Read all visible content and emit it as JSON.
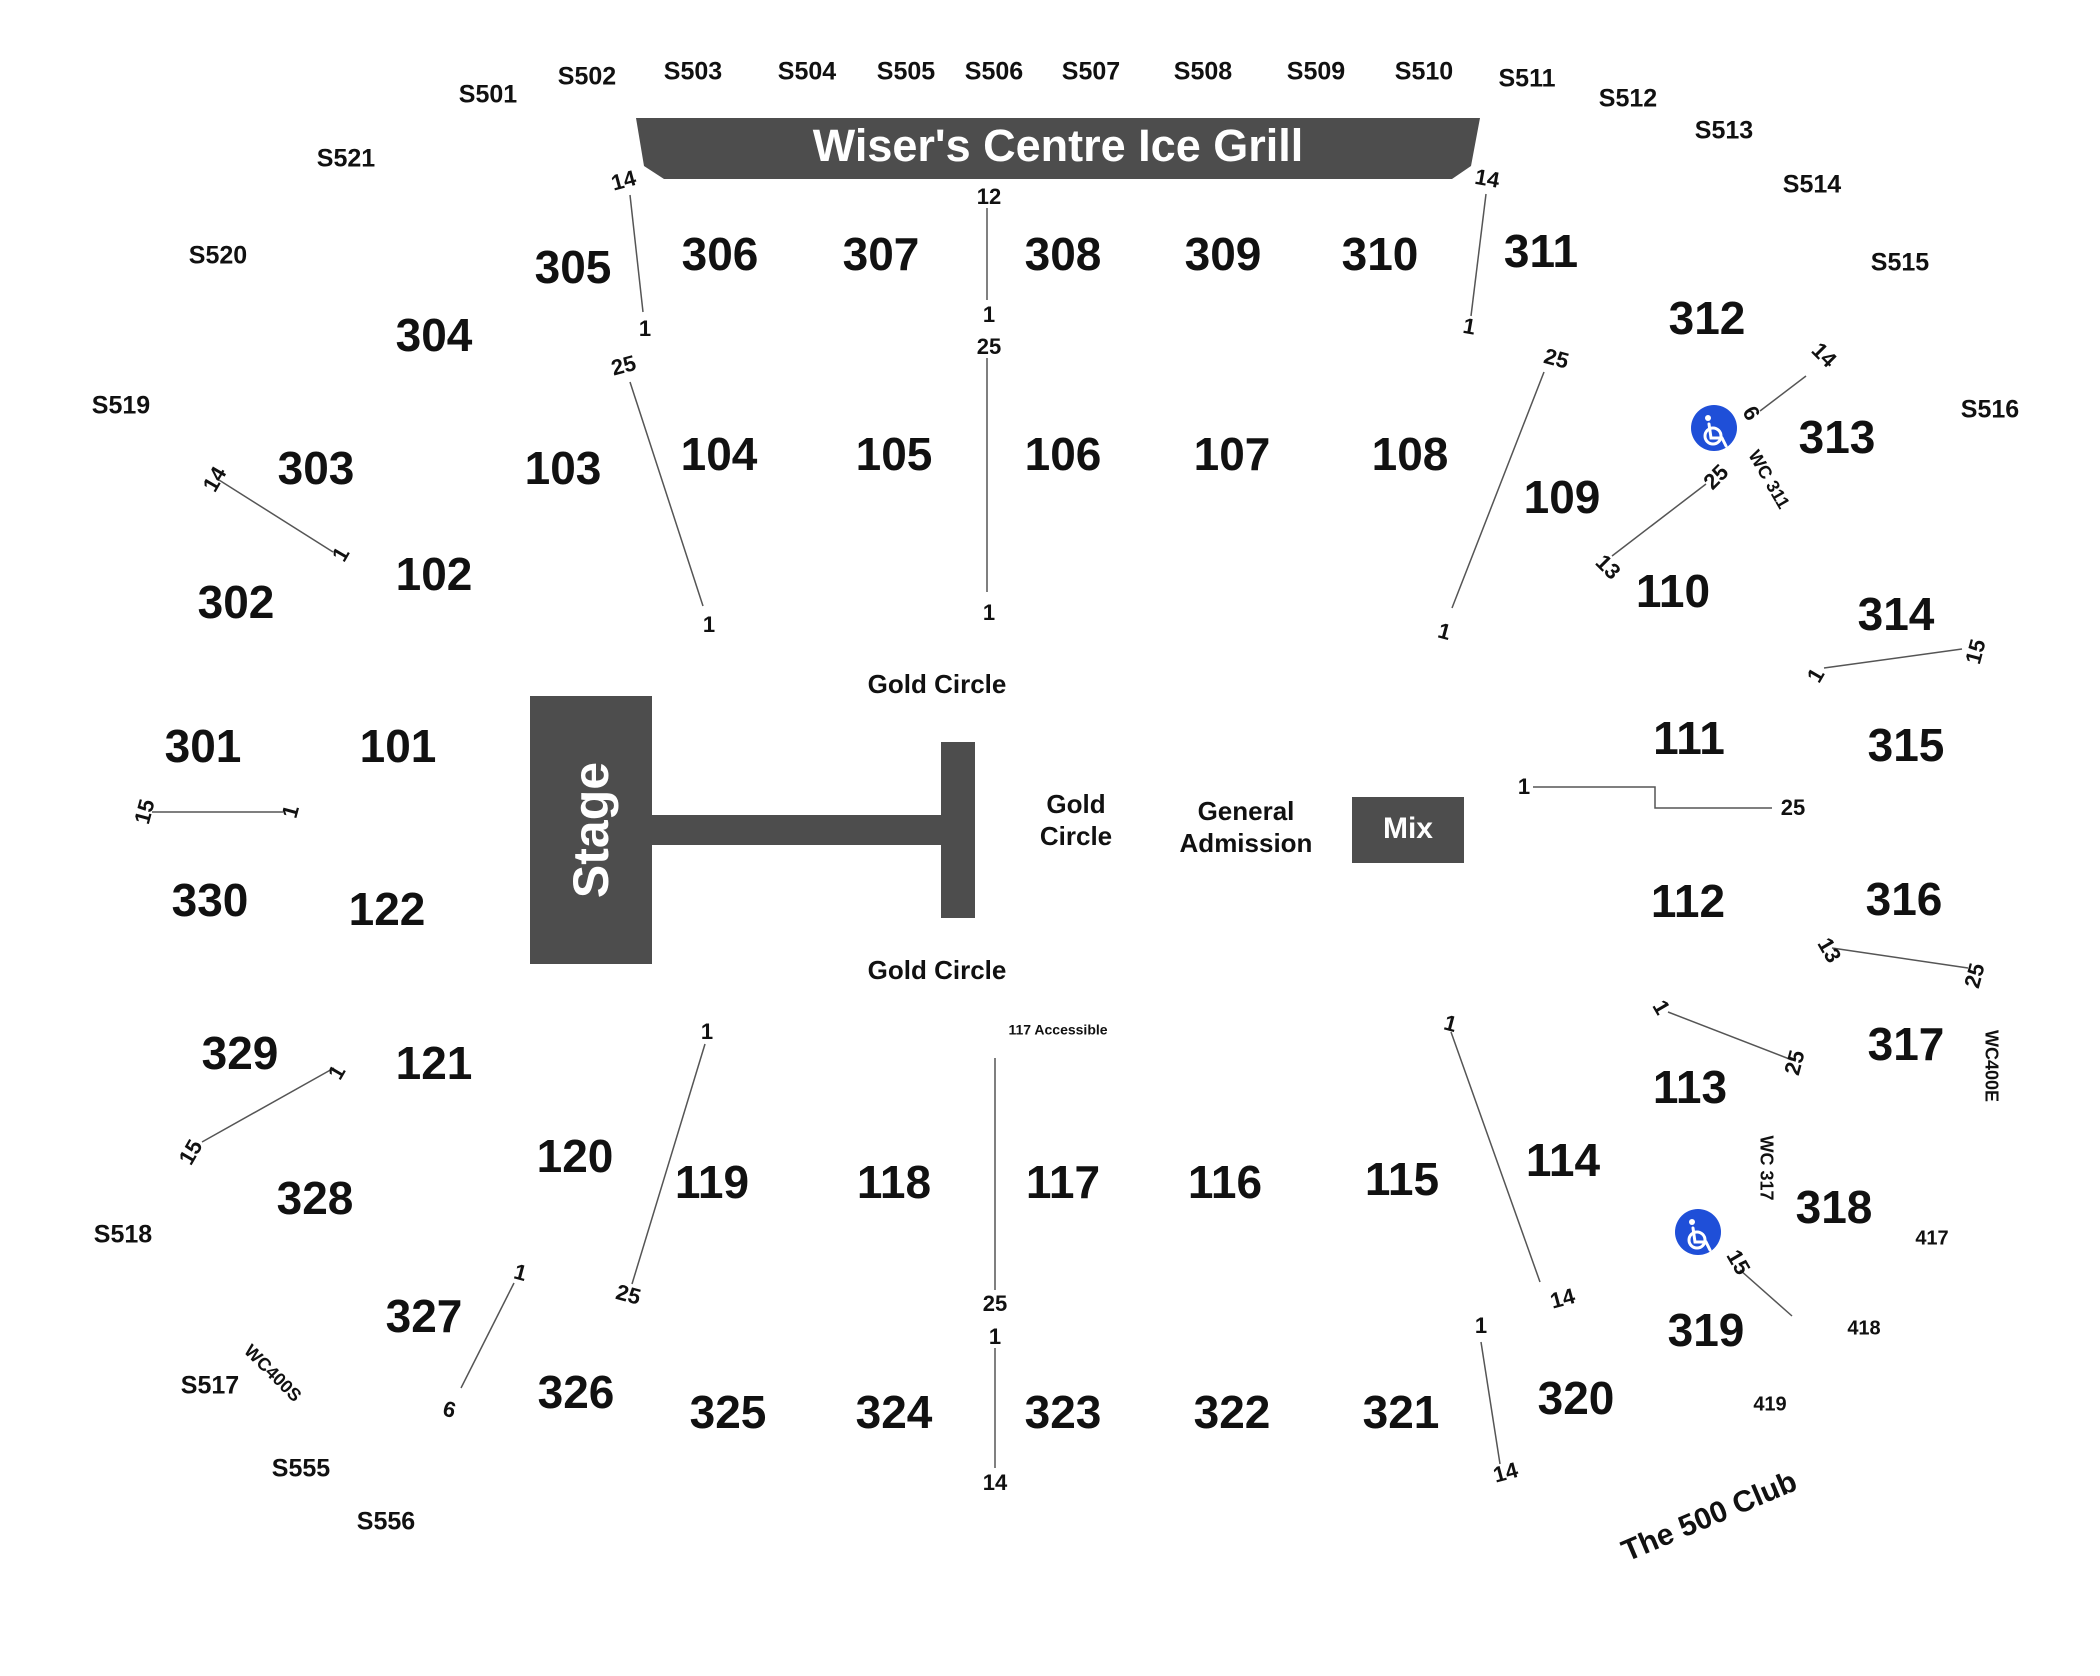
{
  "colors": {
    "background": "#ffffff",
    "text": "#111111",
    "stage_fill": "#4d4d4d",
    "shape_text": "#ffffff",
    "row_line": "#555555",
    "accessible_icon": "#1f4fd8"
  },
  "icons": {
    "accessible": "wheelchair-icon"
  },
  "grill_label": "Wiser's Centre Ice Grill",
  "stage_label": "Stage",
  "mix_label": "Mix",
  "club_label": "The 500 Club",
  "areas": {
    "gold_circle_top": "Gold Circle",
    "gold_circle_bottom": "Gold Circle",
    "gold_circle_center": [
      "Gold",
      "Circle"
    ],
    "general_admission": [
      "General",
      "Admission"
    ]
  },
  "accessible_note": "117 Accessible",
  "sections_100": [
    "101",
    "102",
    "103",
    "104",
    "105",
    "106",
    "107",
    "108",
    "109",
    "110",
    "111",
    "112",
    "113",
    "114",
    "115",
    "116",
    "117",
    "118",
    "119",
    "120",
    "121",
    "122"
  ],
  "sections_300": [
    "301",
    "302",
    "303",
    "304",
    "305",
    "306",
    "307",
    "308",
    "309",
    "310",
    "311",
    "312",
    "313",
    "314",
    "315",
    "316",
    "317",
    "318",
    "319",
    "320",
    "321",
    "322",
    "323",
    "324",
    "325",
    "326",
    "327",
    "328",
    "329",
    "330"
  ],
  "suites": [
    "S501",
    "S502",
    "S503",
    "S504",
    "S505",
    "S506",
    "S507",
    "S508",
    "S509",
    "S510",
    "S511",
    "S512",
    "S513",
    "S514",
    "S515",
    "S516",
    "S517",
    "S518",
    "S519",
    "S520",
    "S521",
    "S555",
    "S556"
  ],
  "club_sections": [
    "417",
    "418",
    "419"
  ],
  "wheelchair_labels": [
    "WC 311",
    "WC 317",
    "WC400E",
    "WC400S"
  ],
  "row_labels": [
    "14",
    "12",
    "14",
    "1",
    "1",
    "1",
    "25",
    "25",
    "25",
    "14",
    "1",
    "1",
    "1",
    "1",
    "14",
    "6",
    "25",
    "13",
    "1",
    "15",
    "1",
    "25",
    "1",
    "15",
    "13",
    "25",
    "1",
    "1",
    "1",
    "15",
    "1",
    "25",
    "25",
    "25",
    "14",
    "1",
    "14",
    "1",
    "1",
    "14",
    "6",
    "15"
  ]
}
